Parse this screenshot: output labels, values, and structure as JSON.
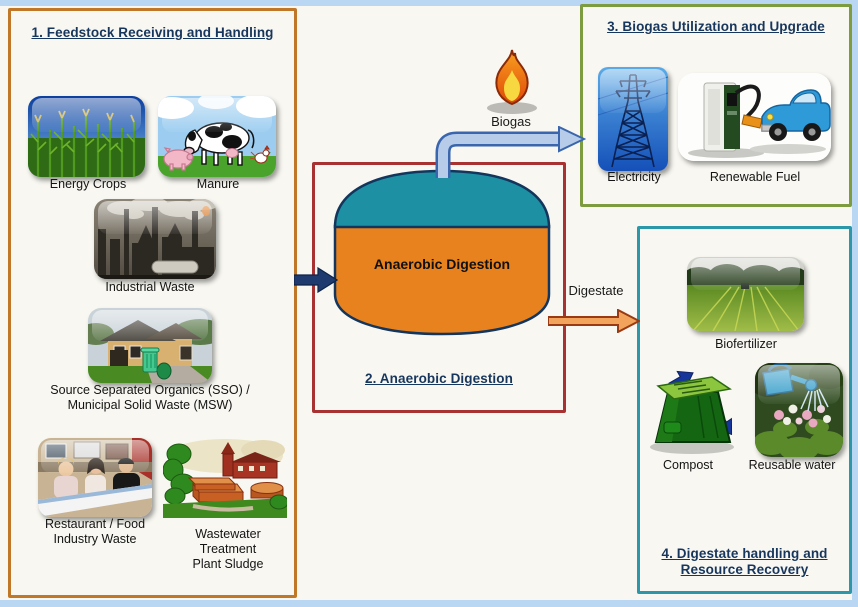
{
  "palette": {
    "frame_blue": "#b9d7f2",
    "background": "#f8f7f1",
    "feedstock_border": "#c07828",
    "digestion_border": "#a83232",
    "biogas_border": "#7d9c40",
    "digestate_border": "#2b97a8",
    "heading_color": "#17365d",
    "tank_top": "#1d91a3",
    "tank_body": "#e8821e",
    "input_arrow": "#1e3a6e",
    "biogas_pipe_fill": "#b7cce8",
    "biogas_pipe_stroke": "#3a66ad",
    "digestate_arrow_fill": "#f2a45c",
    "digestate_arrow_stroke": "#9a3a12"
  },
  "sections": {
    "feedstock": {
      "title": "1. Feedstock Receiving and Handling",
      "items": [
        {
          "id": "energy-crops",
          "label": "Energy Crops"
        },
        {
          "id": "manure",
          "label": "Manure"
        },
        {
          "id": "industrial-waste",
          "label": "Industrial Waste"
        },
        {
          "id": "sso-msw",
          "label": "Source Separated Organics (SSO) /\nMunicipal Solid Waste (MSW)"
        },
        {
          "id": "restaurant-food-waste",
          "label": "Restaurant / Food\nIndustry Waste"
        },
        {
          "id": "wastewater-sludge",
          "label": "Wastewater\nTreatment\nPlant Sludge"
        }
      ]
    },
    "digestion": {
      "title": "2. Anaerobic Digestion",
      "tank_label": "Anaerobic Digestion"
    },
    "biogas_use": {
      "title": "3. Biogas Utilization and Upgrade",
      "items": [
        {
          "id": "electricity",
          "label": "Electricity"
        },
        {
          "id": "renewable-fuel",
          "label": "Renewable Fuel"
        }
      ]
    },
    "digestate_handling": {
      "title": "4. Digestate handling and\nResource Recovery",
      "items": [
        {
          "id": "biofertilizer",
          "label": "Biofertilizer"
        },
        {
          "id": "compost",
          "label": "Compost"
        },
        {
          "id": "reusable-water",
          "label": "Reusable water"
        }
      ]
    }
  },
  "flows": {
    "biogas_label": "Biogas",
    "digestate_label": "Digestate"
  }
}
